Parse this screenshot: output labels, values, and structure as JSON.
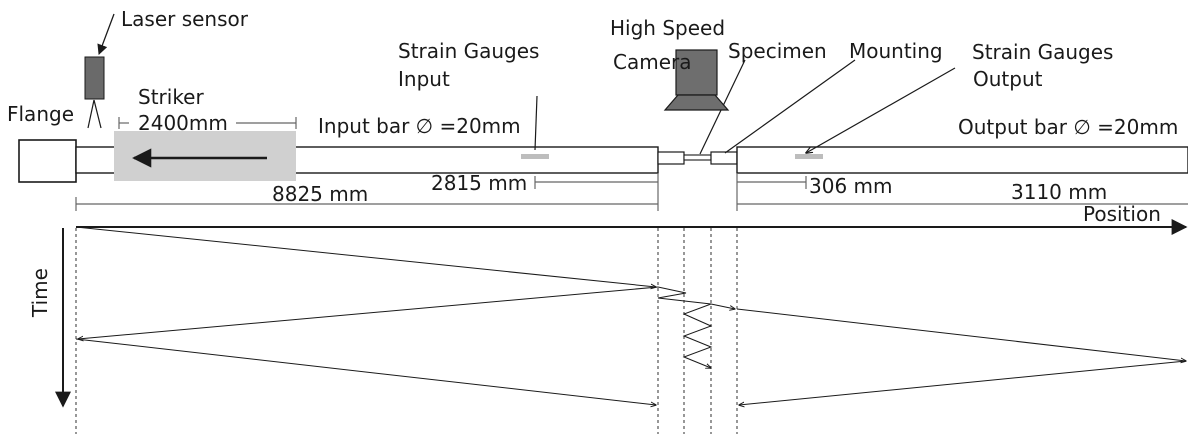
{
  "labels": {
    "laser_sensor": "Laser sensor",
    "high_speed_camera_line1": "High Speed",
    "high_speed_camera_line2": "Camera",
    "strain_gauges_input_line1": "Strain Gauges",
    "strain_gauges_input_line2": "Input",
    "specimen": "Specimen",
    "mounting": "Mounting",
    "strain_gauges_output_line1": "Strain Gauges",
    "strain_gauges_output_line2": "Output",
    "flange": "Flange",
    "striker": "Striker",
    "striker_length": "2400mm",
    "input_bar": "Input bar ∅ =20mm",
    "output_bar": "Output bar ∅ =20mm",
    "dim_2815": "2815 mm",
    "dim_8825": "8825 mm",
    "dim_306": "306 mm",
    "dim_3110": "3110 mm",
    "position_axis": "Position",
    "time_axis": "Time"
  },
  "colors": {
    "line": "#1a1a1a",
    "striker_fill": "#d0d0d0",
    "gauge_fill": "#bdbdbd",
    "camera_fill": "#6e6e6e",
    "sensor_fill": "#6a6a6a",
    "dim_line": "#666666"
  }
}
